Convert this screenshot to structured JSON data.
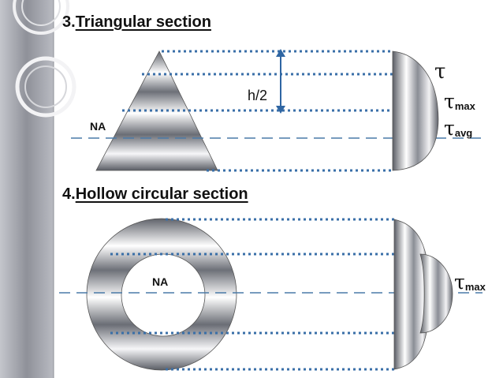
{
  "section3": {
    "number": "3.",
    "title": "Triangular section",
    "na_label": "NA",
    "height_label": "h/2",
    "tau_symbol": "τ",
    "tau_max_symbol": "τ",
    "tau_max_sub": "max",
    "tau_avg_symbol": "τ",
    "tau_avg_sub": "avg"
  },
  "section4": {
    "number": "4.",
    "title": "Hollow circular section",
    "na_label": "NA",
    "tau_max_symbol": "τ",
    "tau_max_sub": "max"
  },
  "colors": {
    "dotted_line": "#3a6fa8",
    "neutral_axis": "#4a7aa8",
    "metal_dark": "#55585f",
    "metal_light": "#ffffff",
    "left_band": "#a7a8b0"
  }
}
